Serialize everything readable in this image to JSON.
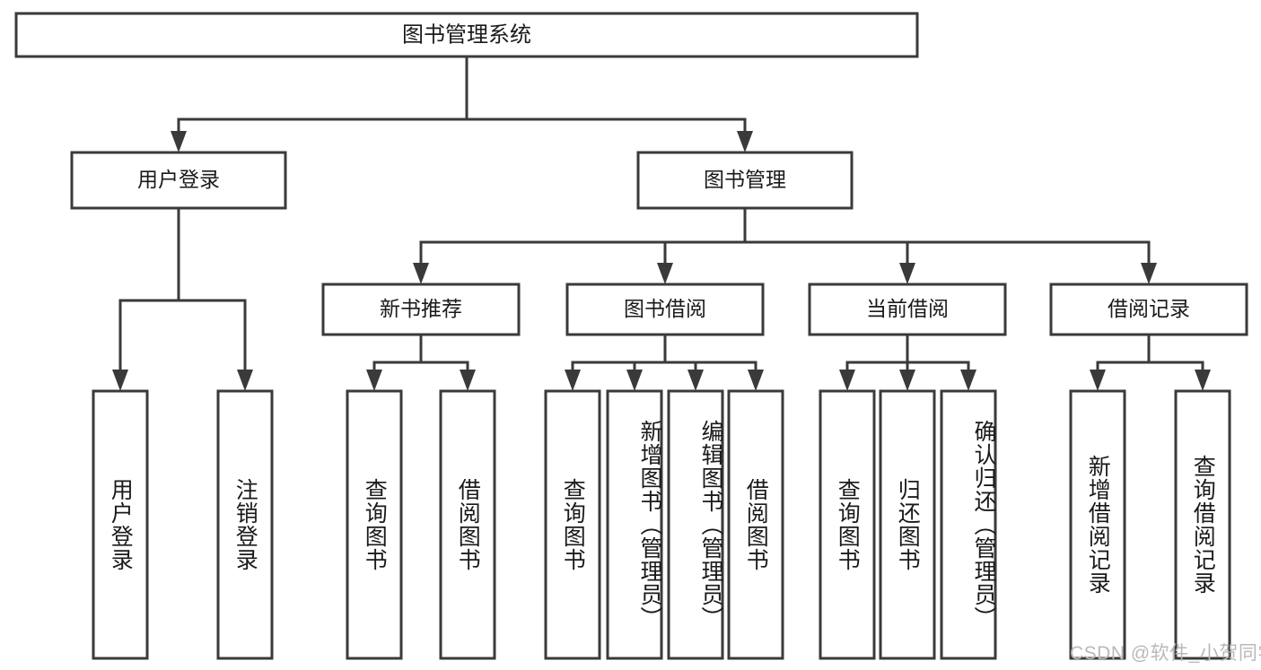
{
  "diagram": {
    "type": "hierarchy-tree",
    "title": "图书管理系统",
    "root": {
      "id": "root",
      "label": "图书管理系统",
      "level": 1
    },
    "level2": [
      {
        "id": "user-login",
        "label": "用户登录"
      },
      {
        "id": "book-manage",
        "label": "图书管理"
      }
    ],
    "level3": [
      {
        "id": "new-book-recommend",
        "label": "新书推荐",
        "parent": "book-manage"
      },
      {
        "id": "book-borrow",
        "label": "图书借阅",
        "parent": "book-manage"
      },
      {
        "id": "current-borrow",
        "label": "当前借阅",
        "parent": "book-manage"
      },
      {
        "id": "borrow-record",
        "label": "借阅记录",
        "parent": "book-manage"
      }
    ],
    "leaves": {
      "user_login": [
        {
          "id": "leaf-user-login",
          "label": "用户登录"
        },
        {
          "id": "leaf-user-logout",
          "label": "注销登录"
        }
      ],
      "new_book_recommend": [
        {
          "id": "leaf-query-book-1",
          "label": "查询图书"
        },
        {
          "id": "leaf-borrow-book-1",
          "label": "借阅图书"
        }
      ],
      "book_borrow": [
        {
          "id": "leaf-query-book-2",
          "label": "查询图书"
        },
        {
          "id": "leaf-add-book",
          "label": "新增图书（管理员）"
        },
        {
          "id": "leaf-edit-book",
          "label": "编辑图书（管理员）"
        },
        {
          "id": "leaf-borrow-book-2",
          "label": "借阅图书"
        }
      ],
      "current_borrow": [
        {
          "id": "leaf-query-book-3",
          "label": "查询图书"
        },
        {
          "id": "leaf-return-book",
          "label": "归还图书"
        },
        {
          "id": "leaf-confirm-return",
          "label": "确认归还（管理员）"
        }
      ],
      "borrow_record": [
        {
          "id": "leaf-add-record",
          "label": "新增借阅记录"
        },
        {
          "id": "leaf-query-record",
          "label": "查询借阅记录"
        }
      ]
    },
    "colors": {
      "stroke": "#3a3a3a",
      "fill": "#ffffff",
      "text": "#1a1a1a",
      "watermark": "#b9b9b9",
      "background": "#ffffff"
    }
  },
  "watermark": {
    "text": "CSDN @软件_小贺同学"
  }
}
